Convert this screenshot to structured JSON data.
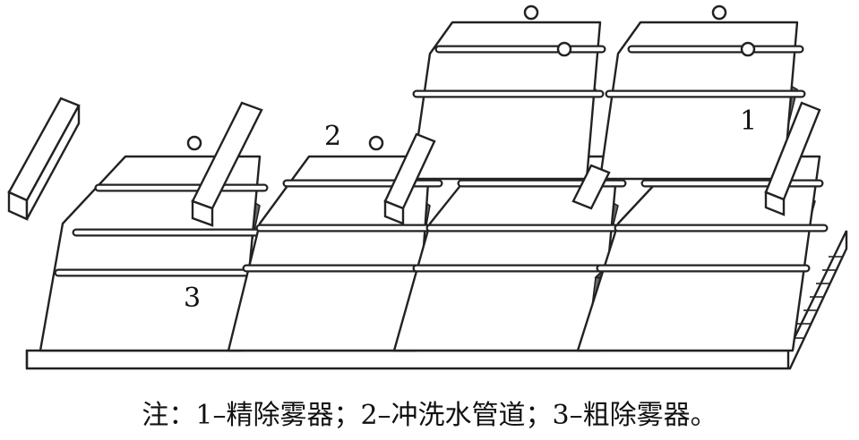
{
  "labels": {
    "fine_mist_eliminator": "1",
    "flush_water_pipe": "2",
    "coarse_mist_eliminator": "3"
  },
  "caption": "注：1–精除雾器；2–冲洗水管道；3–粗除雾器。"
}
